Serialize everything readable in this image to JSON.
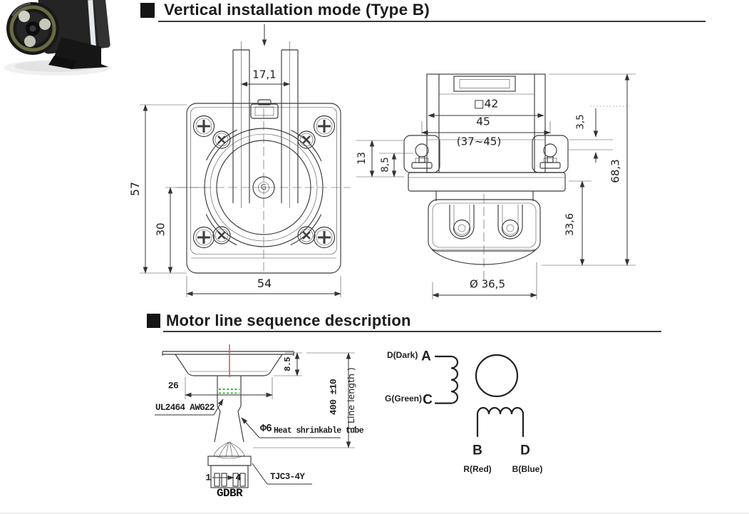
{
  "palette": {
    "drawing_line": "#3a3a3a",
    "centerline_red": "#e0504f",
    "tube_mark_green": "#3bb53b",
    "heading_text": "#1b1b1b"
  },
  "product_photo": {
    "name": "peristaltic-pump-photo"
  },
  "headings": {
    "vertical_mode": {
      "bullet": "",
      "text": "Vertical installation mode (Type B)"
    },
    "motor_line": {
      "bullet": "",
      "text": "Motor line sequence description"
    }
  },
  "front_view": {
    "center_mark": "G",
    "dims": {
      "tube_pitch": "17,1",
      "height": "57",
      "center_to_base": "30",
      "width": "54"
    }
  },
  "side_view": {
    "dims": {
      "square_size": "□42",
      "mount_span": "45",
      "mount_range": "(37~45)",
      "ear_offset": "3,5",
      "flange_depth": "13",
      "slot_depth": "8,5",
      "total_height": "68,3",
      "head_height": "33,6",
      "head_diameter": "Ø 36,5"
    }
  },
  "cable_drawing": {
    "dims": {
      "pan_depth": "8.5",
      "pan_width": "26",
      "line_length_value": "400 ±10",
      "line_length_note": "( Line length )"
    },
    "labels": {
      "wire_spec": "UL2464 AWG22",
      "tube_dia": "Φ6",
      "tube_name": "Heat shrinkable tube",
      "pin_first": "1",
      "pin_last": "4",
      "connector_model": "TJC3-4Y",
      "plug_model": "GDBR"
    }
  },
  "wiring_diagram": {
    "phase_a": {
      "terminal": "A",
      "wire": "D(Dark)"
    },
    "phase_c": {
      "terminal": "C",
      "wire": "G(Green)"
    },
    "phase_b": {
      "terminal": "B",
      "wire": "R(Red)"
    },
    "phase_d": {
      "terminal": "D",
      "wire": "B(Blue)"
    }
  }
}
